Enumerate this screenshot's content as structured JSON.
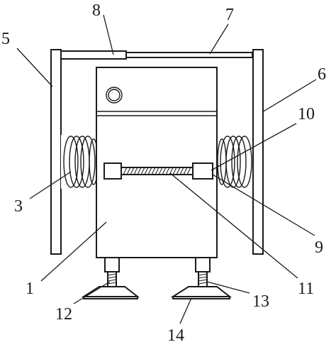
{
  "diagram": {
    "labels": {
      "l1": "1",
      "l3": "3",
      "l5": "5",
      "l6": "6",
      "l7": "7",
      "l8": "8",
      "l9": "9",
      "l10": "10",
      "l11": "11",
      "l12": "12",
      "l13": "13",
      "l14": "14"
    }
  }
}
